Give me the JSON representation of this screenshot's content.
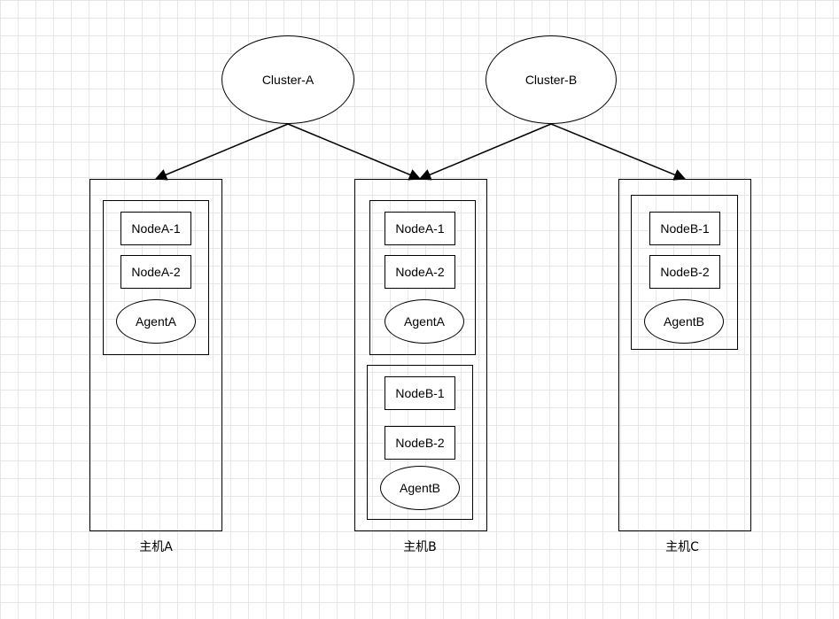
{
  "clusters": [
    {
      "id": "cluster-a",
      "label": "Cluster-A"
    },
    {
      "id": "cluster-b",
      "label": "Cluster-B"
    }
  ],
  "hosts": [
    {
      "label": "主机A",
      "groups": [
        {
          "nodes": [
            "NodeA-1",
            "NodeA-2"
          ],
          "agent": "AgentA"
        }
      ]
    },
    {
      "label": "主机B",
      "groups": [
        {
          "nodes": [
            "NodeA-1",
            "NodeA-2"
          ],
          "agent": "AgentA"
        },
        {
          "nodes": [
            "NodeB-1",
            "NodeB-2"
          ],
          "agent": "AgentB"
        }
      ]
    },
    {
      "label": "主机C",
      "groups": [
        {
          "nodes": [
            "NodeB-1",
            "NodeB-2"
          ],
          "agent": "AgentB"
        }
      ]
    }
  ],
  "edges": [
    {
      "from": "Cluster-A",
      "to": "主机A"
    },
    {
      "from": "Cluster-A",
      "to": "主机B"
    },
    {
      "from": "Cluster-B",
      "to": "主机B"
    },
    {
      "from": "Cluster-B",
      "to": "主机C"
    }
  ]
}
